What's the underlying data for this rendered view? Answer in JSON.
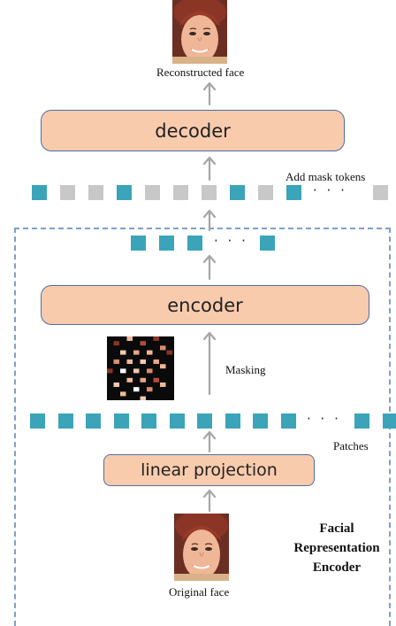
{
  "labels": {
    "reconstructed_face": "Reconstructed face",
    "add_mask_tokens": "Add  mask tokens",
    "masking": "Masking",
    "patches": "Patches",
    "original_face": "Original face"
  },
  "blocks": {
    "decoder": "decoder",
    "encoder": "encoder",
    "linear_projection": "linear projection"
  },
  "frame": {
    "title_line1": "Facial",
    "title_line2": "Representation",
    "title_line3": "Encoder"
  },
  "token_rows": {
    "decoder_input": [
      "visible",
      "mask",
      "mask",
      "visible",
      "mask",
      "mask",
      "mask",
      "visible",
      "mask",
      "visible",
      "ellipsis",
      "mask"
    ],
    "encoder_output": [
      "visible",
      "visible",
      "visible",
      "ellipsis",
      "visible"
    ],
    "patches": [
      "visible",
      "visible",
      "visible",
      "visible",
      "visible",
      "visible",
      "visible",
      "visible",
      "visible",
      "visible",
      "ellipsis",
      "visible",
      "visible"
    ]
  },
  "ellipsis": "· · ·",
  "colors": {
    "visible_token": "#3ba4b9",
    "mask_token": "#c8c8c8",
    "block_fill": "#f8cbad",
    "block_border": "#4a6fa5",
    "arrow": "#a6a6a6",
    "frame": "#7f9fcc"
  }
}
